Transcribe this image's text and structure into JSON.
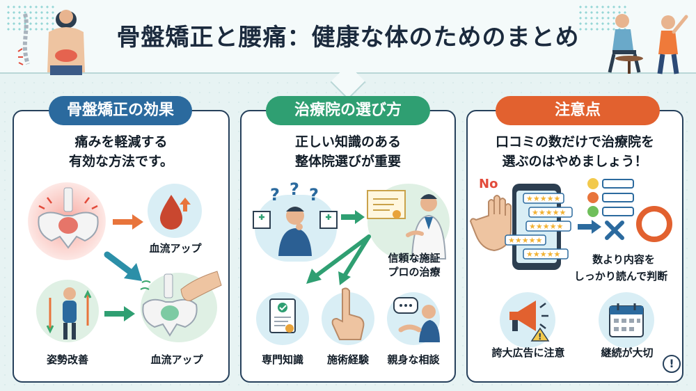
{
  "header": {
    "title": "骨盤矯正と腰痛：健康な体のためのまとめ"
  },
  "panels": {
    "effects": {
      "tag": "骨盤矯正の効果",
      "sub_line1": "痛みを軽減する",
      "sub_line2": "有効な方法です。",
      "label_bloodflow_top": "血流アップ",
      "label_posture": "姿勢改善",
      "label_bloodflow_bottom": "血流アップ"
    },
    "choose": {
      "tag": "治療院の選び方",
      "sub_line1": "正しい知識のある",
      "sub_line2": "整体院選びが重要",
      "label_trusted_line1": "信頼な施証",
      "label_trusted_line2": "プロの治療",
      "label_knowledge": "専門知識",
      "label_experience": "施術経験",
      "label_consult": "親身な相談"
    },
    "caution": {
      "tag": "注意点",
      "sub_line1": "口コミの数だけで治療院を",
      "sub_line2": "選ぶのはやめましょう！",
      "no_text": "No",
      "label_content_line1": "数より内容を",
      "label_content_line2": "しっかり読んで判断",
      "label_ads": "誇大広告に注意",
      "label_continue": "継続が大切",
      "warning_mark": "!"
    }
  },
  "colors": {
    "navy": "#26405b",
    "blue": "#2b6a9e",
    "green": "#2f9f72",
    "orange": "#e2612f",
    "arrow_orange": "#e8743b",
    "arrow_teal": "#2c8fa8"
  }
}
